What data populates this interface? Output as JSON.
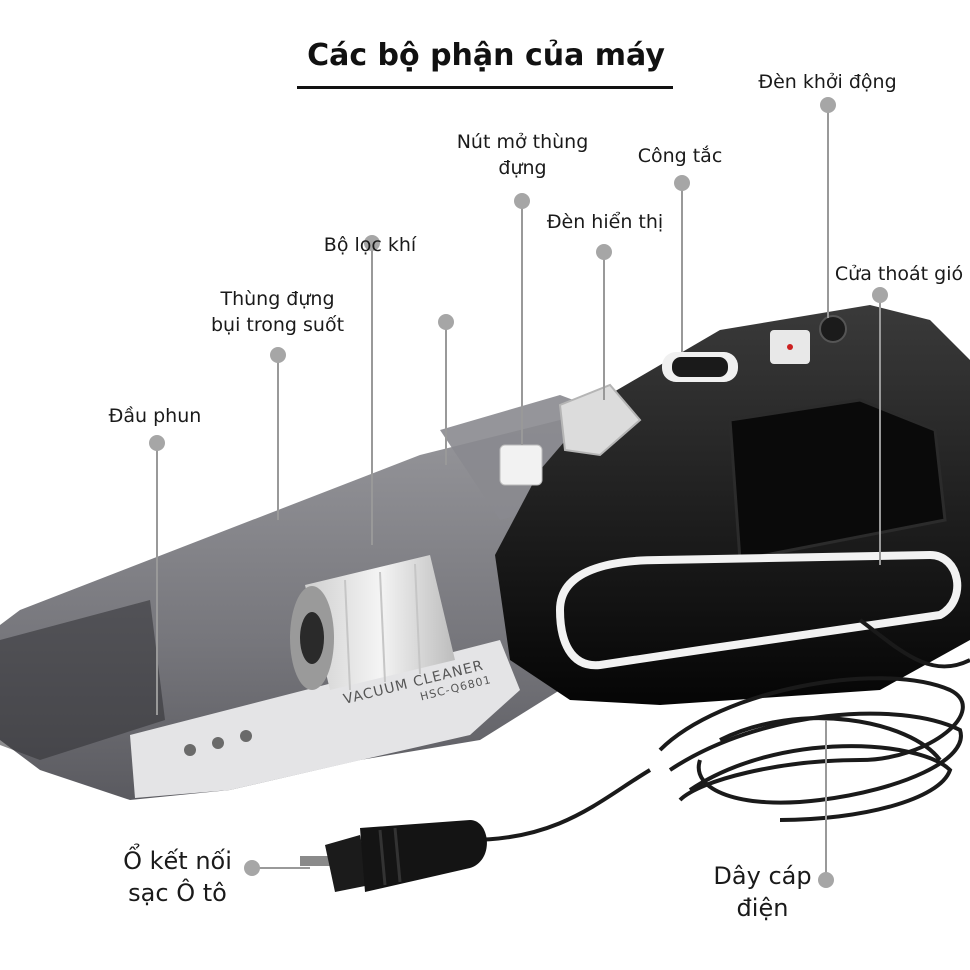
{
  "title": "Các bộ phận của máy",
  "labels": {
    "nozzle": "Đầu phun",
    "dust_bin": [
      "Thùng đựng",
      "bụi trong suốt"
    ],
    "air_filter": "Bộ lọc khí",
    "bin_release": [
      "Nút mở thùng",
      "đựng"
    ],
    "indicator_light": "Đèn hiển thị",
    "switch": "Công tắc",
    "power_light": "Đèn khởi động",
    "air_outlet": "Cửa thoát gió",
    "car_plug": [
      "Ổ kết nối",
      "sạc Ô tô"
    ],
    "power_cable": [
      "Dây cáp",
      "điện"
    ]
  },
  "product_text": {
    "brand": "VACUUM CLEANER",
    "model": "HSC-Q6801"
  },
  "colors": {
    "leader": "#999999",
    "body_black": "#111111",
    "bin_grey": "#6e6e72"
  }
}
